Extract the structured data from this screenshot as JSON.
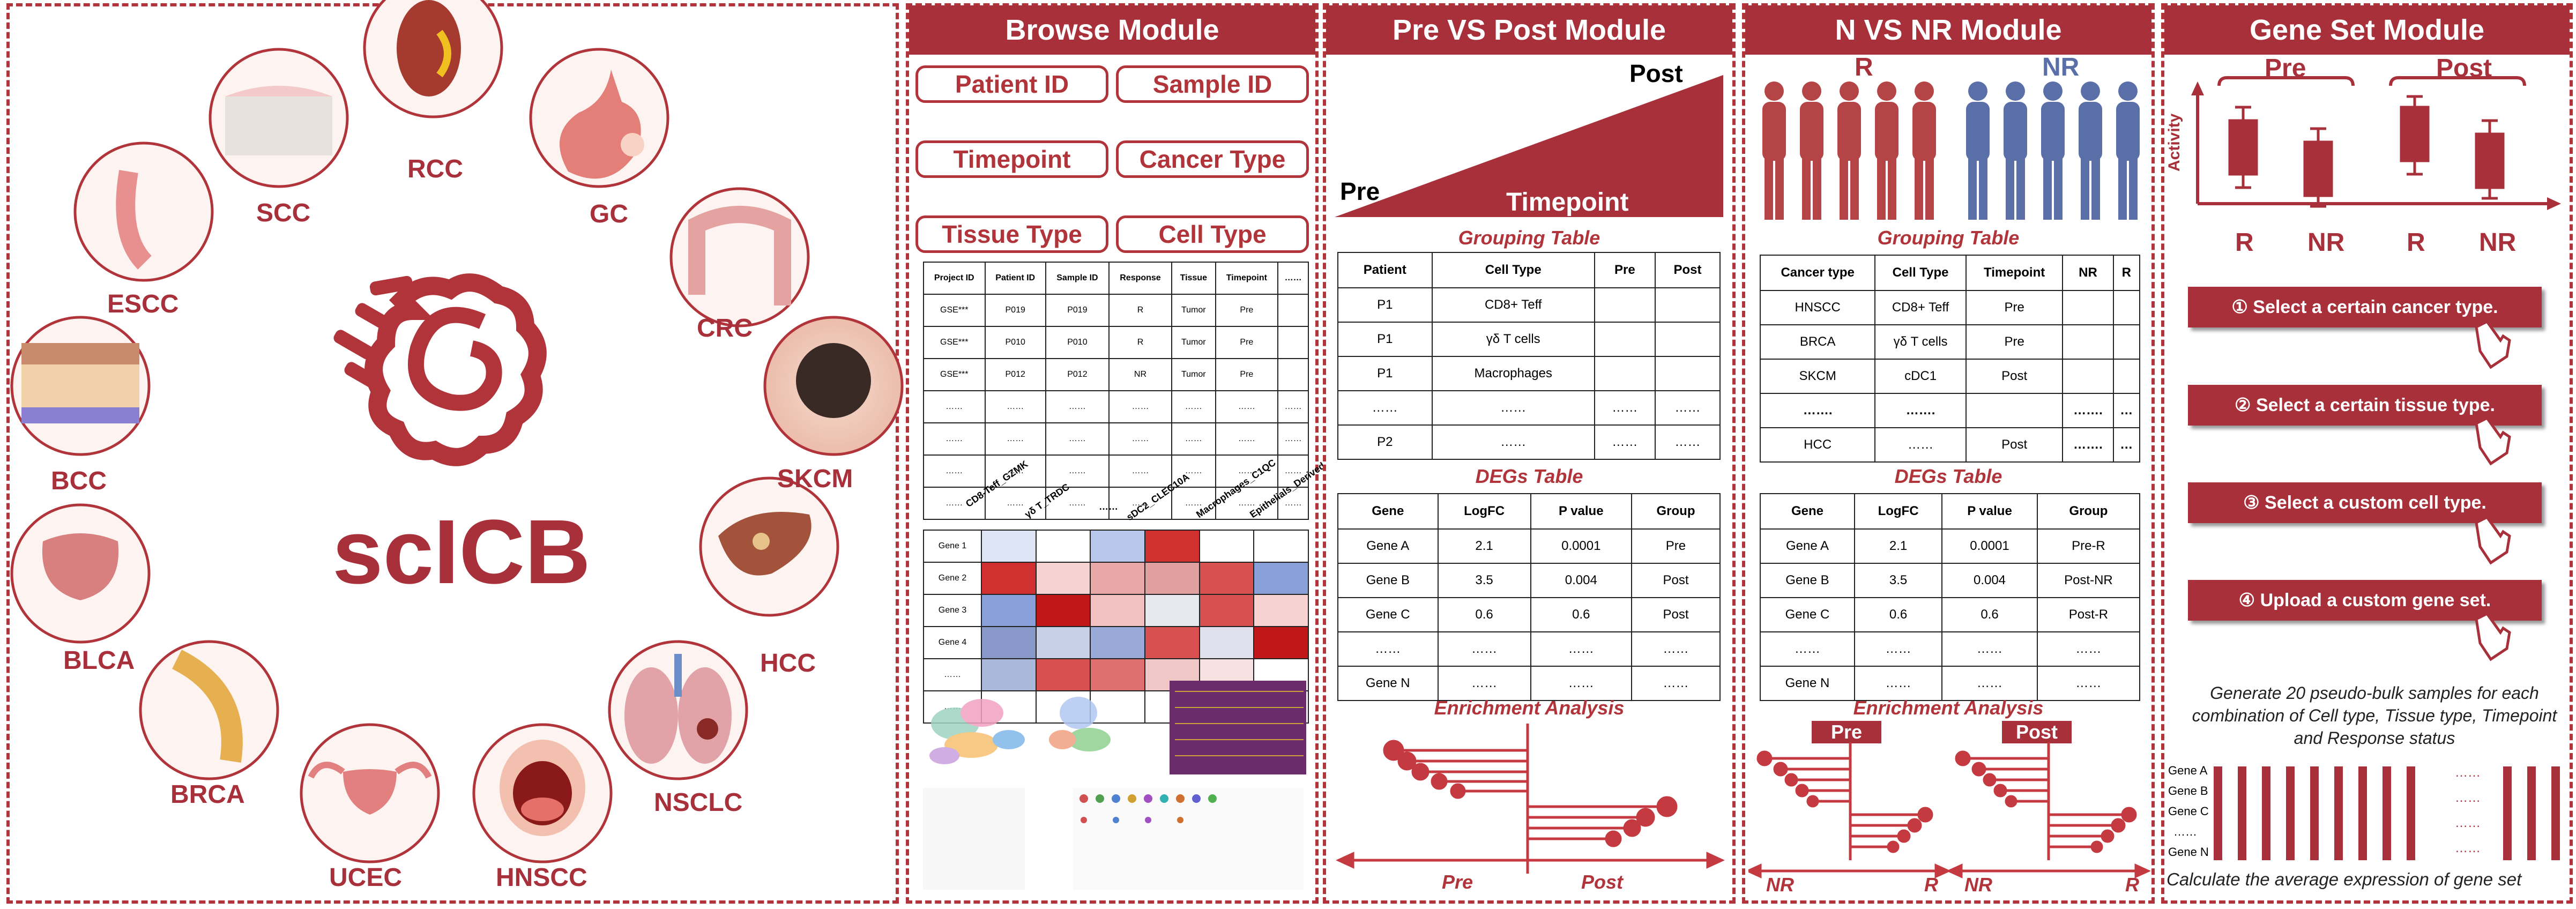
{
  "colors": {
    "accent": "#a8303a",
    "heat_red": "#d03030",
    "heat_blue": "#8aa0d8",
    "body_r": "#b44446",
    "body_nr": "#5a6ea8"
  },
  "left": {
    "title": "scICB",
    "cancers": [
      "RCC",
      "SCC",
      "GC",
      "ESCC",
      "CRC",
      "SKCM",
      "BCC",
      "HCC",
      "BLCA",
      "NSCLC",
      "BRCA",
      "HNSCC",
      "UCEC"
    ]
  },
  "browse": {
    "title": "Browse Module",
    "pills": [
      "Patient ID",
      "Sample ID",
      "Timepoint",
      "Cancer Type",
      "Tissue Type",
      "Cell Type"
    ],
    "table_header": [
      "Project ID",
      "Patient ID",
      "Sample ID",
      "Response",
      "Tissue",
      "Timepoint",
      "……"
    ],
    "table_rows": [
      [
        "GSE***",
        "P019",
        "P019",
        "R",
        "Tumor",
        "Pre",
        ""
      ],
      [
        "GSE***",
        "P010",
        "P010",
        "R",
        "Tumor",
        "Pre",
        ""
      ],
      [
        "GSE***",
        "P012",
        "P012",
        "NR",
        "Tumor",
        "Pre",
        ""
      ],
      [
        "……",
        "……",
        "……",
        "……",
        "……",
        "……",
        "……"
      ],
      [
        "……",
        "……",
        "……",
        "……",
        "……",
        "……",
        "……"
      ],
      [
        "……",
        "……",
        "……",
        "……",
        "……",
        "……",
        "……"
      ],
      [
        "……",
        "……",
        "……",
        "……",
        "……",
        "……",
        "……"
      ]
    ],
    "heat_cols": [
      "CD8-Teff_GZMK",
      "γδ T_TRDC",
      "……",
      "sDC2_CLEC10A",
      "Macrophages_C1QC",
      "Epithelials_Derived"
    ],
    "heat_rows": [
      "Gene 1",
      "Gene 2",
      "Gene 3",
      "Gene 4",
      "……",
      "……"
    ]
  },
  "prepost": {
    "title": "Pre VS Post Module",
    "tri_pre": "Pre",
    "tri_post": "Post",
    "tri_axis": "Timepoint",
    "grouping_title": "Grouping Table",
    "grouping_header": [
      "Patient",
      "Cell Type",
      "Pre",
      "Post"
    ],
    "grouping_rows": [
      [
        "P1",
        "CD8+ Teff",
        "",
        ""
      ],
      [
        "P1",
        "γδ T cells",
        "",
        ""
      ],
      [
        "P1",
        "Macrophages",
        "",
        ""
      ],
      [
        "……",
        "……",
        "……",
        "……"
      ],
      [
        "P2",
        "……",
        "……",
        "……"
      ]
    ],
    "degs_title": "DEGs Table",
    "degs_header": [
      "Gene",
      "LogFC",
      "P value",
      "Group"
    ],
    "degs_rows": [
      [
        "Gene A",
        "2.1",
        "0.0001",
        "Pre"
      ],
      [
        "Gene B",
        "3.5",
        "0.004",
        "Post"
      ],
      [
        "Gene C",
        "0.6",
        "0.6",
        "Post"
      ],
      [
        "……",
        "……",
        "……",
        "……"
      ],
      [
        "Gene N",
        "……",
        "……",
        "……"
      ]
    ],
    "enrich_title": "Enrichment Analysis",
    "axis_left": "Pre",
    "axis_right": "Post"
  },
  "nvsnr": {
    "title": "N VS NR Module",
    "r_label": "R",
    "nr_label": "NR",
    "grouping_title": "Grouping Table",
    "grouping_header": [
      "Cancer type",
      "Cell Type",
      "Timepoint",
      "NR",
      "R"
    ],
    "grouping_rows": [
      [
        "HNSCC",
        "CD8+ Teff",
        "Pre",
        "",
        ""
      ],
      [
        "BRCA",
        "γδ T cells",
        "Pre",
        "",
        ""
      ],
      [
        "SKCM",
        "cDC1",
        "Post",
        "",
        ""
      ],
      [
        "…….",
        "…….",
        "",
        "…….",
        "…"
      ],
      [
        "HCC",
        "……",
        "Post",
        "…….",
        "…"
      ]
    ],
    "degs_title": "DEGs Table",
    "degs_header": [
      "Gene",
      "LogFC",
      "P value",
      "Group"
    ],
    "degs_rows": [
      [
        "Gene A",
        "2.1",
        "0.0001",
        "Pre-R"
      ],
      [
        "Gene B",
        "3.5",
        "0.004",
        "Post-NR"
      ],
      [
        "Gene C",
        "0.6",
        "0.6",
        "Post-R"
      ],
      [
        "……",
        "……",
        "……",
        "……"
      ],
      [
        "Gene N",
        "……",
        "……",
        "……"
      ]
    ],
    "enrich_title": "Enrichment Analysis",
    "tag_pre": "Pre",
    "tag_post": "Post",
    "ax1_left": "NR",
    "ax1_right": "R",
    "ax2_left": "NR",
    "ax2_right": "R"
  },
  "geneset": {
    "title": "Gene Set Module",
    "grp_pre": "Pre",
    "grp_post": "Post",
    "ylabel": "Activity",
    "x_labels": [
      "R",
      "NR",
      "R",
      "NR"
    ],
    "steps": [
      "① Select a certain cancer type.",
      "② Select a certain tissue type.",
      "③ Select a custom cell type.",
      "④ Upload a custom gene set."
    ],
    "note": "Generate 20 pseudo-bulk samples for each combination of Cell type, Tissue type, Timepoint and Response status",
    "gene_labels": [
      "Gene A",
      "Gene B",
      "Gene C",
      "……",
      "Gene N"
    ],
    "dots": [
      "……",
      "……",
      "……",
      "……"
    ],
    "footer": "Calculate the average expression of gene set"
  }
}
